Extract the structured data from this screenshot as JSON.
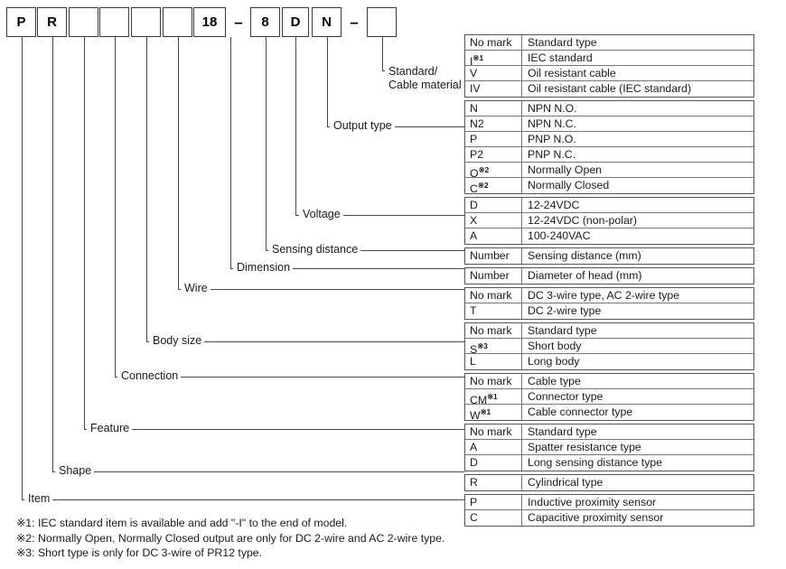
{
  "model_code": {
    "segments": [
      {
        "type": "box",
        "value": "P",
        "name": "code-box-shape-p"
      },
      {
        "type": "box",
        "value": "R",
        "name": "code-box-feature-r"
      },
      {
        "type": "box",
        "value": "",
        "name": "code-box-connection"
      },
      {
        "type": "box",
        "value": "",
        "name": "code-box-body-size"
      },
      {
        "type": "box",
        "value": "",
        "name": "code-box-wire"
      },
      {
        "type": "box",
        "value": "",
        "name": "code-box-dimension"
      },
      {
        "type": "box",
        "value": "18",
        "name": "code-box-diameter"
      },
      {
        "type": "dash",
        "value": "–",
        "name": "code-dash-1"
      },
      {
        "type": "box",
        "value": "8",
        "name": "code-box-sensing-distance"
      },
      {
        "type": "box",
        "value": "D",
        "name": "code-box-voltage"
      },
      {
        "type": "box",
        "value": "N",
        "name": "code-box-output-type"
      },
      {
        "type": "dash",
        "value": "–",
        "name": "code-dash-2"
      },
      {
        "type": "box",
        "value": "",
        "name": "code-box-standard-cable-material"
      }
    ]
  },
  "categories": [
    {
      "label": "Standard/",
      "label2": "Cable material",
      "name": "category-standard-cable-material"
    },
    {
      "label": "Output type",
      "name": "category-output-type"
    },
    {
      "label": "Voltage",
      "name": "category-voltage"
    },
    {
      "label": "Sensing distance",
      "name": "category-sensing-distance"
    },
    {
      "label": "Dimension",
      "name": "category-dimension"
    },
    {
      "label": "Wire",
      "name": "category-wire"
    },
    {
      "label": "Body size",
      "name": "category-body-size"
    },
    {
      "label": "Connection",
      "name": "category-connection"
    },
    {
      "label": "Feature",
      "name": "category-feature"
    },
    {
      "label": "Shape",
      "name": "category-shape"
    },
    {
      "label": "Item",
      "name": "category-item"
    }
  ],
  "option_groups": [
    {
      "group": "standard-cable-material",
      "rows": [
        {
          "code": "No mark",
          "sup": "",
          "desc": "Standard type"
        },
        {
          "code": "I",
          "sup": "※1",
          "desc": "IEC standard"
        },
        {
          "code": "V",
          "sup": "",
          "desc": "Oil resistant cable"
        },
        {
          "code": "IV",
          "sup": "",
          "desc": "Oil resistant cable (IEC standard)"
        }
      ]
    },
    {
      "group": "output-type",
      "rows": [
        {
          "code": "N",
          "sup": "",
          "desc": "NPN N.O."
        },
        {
          "code": "N2",
          "sup": "",
          "desc": "NPN N.C."
        },
        {
          "code": "P",
          "sup": "",
          "desc": "PNP N.O."
        },
        {
          "code": "P2",
          "sup": "",
          "desc": "PNP N.C."
        },
        {
          "code": "O",
          "sup": "※2",
          "desc": "Normally Open"
        },
        {
          "code": "C",
          "sup": "※2",
          "desc": "Normally Closed"
        }
      ]
    },
    {
      "group": "voltage",
      "rows": [
        {
          "code": "D",
          "sup": "",
          "desc": "12-24VDC"
        },
        {
          "code": "X",
          "sup": "",
          "desc": "12-24VDC (non-polar)"
        },
        {
          "code": "A",
          "sup": "",
          "desc": "100-240VAC"
        }
      ]
    },
    {
      "group": "sensing-distance",
      "rows": [
        {
          "code": "Number",
          "sup": "",
          "desc": "Sensing distance (mm)"
        }
      ]
    },
    {
      "group": "dimension",
      "rows": [
        {
          "code": "Number",
          "sup": "",
          "desc": "Diameter of head (mm)"
        }
      ]
    },
    {
      "group": "wire",
      "rows": [
        {
          "code": "No mark",
          "sup": "",
          "desc": "DC 3-wire type, AC 2-wire type"
        },
        {
          "code": "T",
          "sup": "",
          "desc": "DC 2-wire type"
        }
      ]
    },
    {
      "group": "body-size",
      "rows": [
        {
          "code": "No mark",
          "sup": "",
          "desc": "Standard type"
        },
        {
          "code": "S",
          "sup": "※3",
          "desc": "Short body"
        },
        {
          "code": "L",
          "sup": "",
          "desc": "Long body"
        }
      ]
    },
    {
      "group": "connection",
      "rows": [
        {
          "code": "No mark",
          "sup": "",
          "desc": "Cable type"
        },
        {
          "code": "CM",
          "sup": "※1",
          "desc": "Connector type"
        },
        {
          "code": "W",
          "sup": "※1",
          "desc": "Cable connector type"
        }
      ]
    },
    {
      "group": "feature",
      "rows": [
        {
          "code": "No mark",
          "sup": "",
          "desc": "Standard type"
        },
        {
          "code": "A",
          "sup": "",
          "desc": "Spatter resistance type"
        },
        {
          "code": "D",
          "sup": "",
          "desc": "Long sensing distance type"
        }
      ]
    },
    {
      "group": "shape",
      "rows": [
        {
          "code": "R",
          "sup": "",
          "desc": "Cylindrical type"
        }
      ]
    },
    {
      "group": "item",
      "rows": [
        {
          "code": "P",
          "sup": "",
          "desc": "Inductive proximity sensor"
        },
        {
          "code": "C",
          "sup": "",
          "desc": "Capacitive proximity sensor"
        }
      ]
    }
  ],
  "footnotes": [
    "※1: IEC standard item is available and add \"-I\" to the end of model.",
    "※2: Normally Open, Normally Closed output are only for DC 2-wire and AC 2-wire type.",
    "※3: Short type is only for DC 3-wire of PR12 type."
  ],
  "colors": {
    "line": "#4a4a4a",
    "box_border": "#3a3a3a",
    "table_border": "#555555",
    "row_rule": "#777777",
    "text": "#1a1a1a",
    "background": "#ffffff"
  }
}
